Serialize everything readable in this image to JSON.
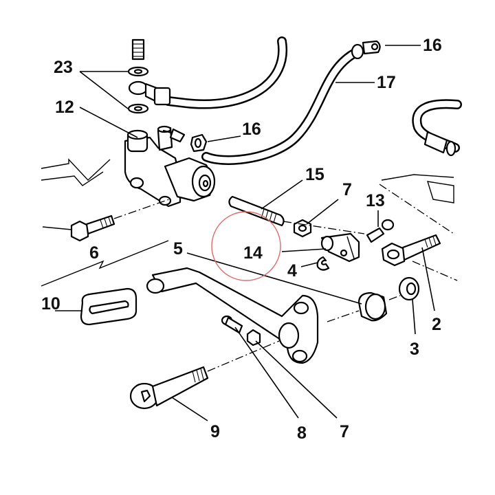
{
  "diagram": {
    "highlight_color": "#e06a6a",
    "line_color": "#000000",
    "labels": {
      "l23": "23",
      "l12": "12",
      "l16a": "16",
      "l16b": "16",
      "l17": "17",
      "l15": "15",
      "l7a": "7",
      "l13": "13",
      "l14": "14",
      "l4": "4",
      "l5": "5",
      "l6": "6",
      "l10": "10",
      "l2": "2",
      "l3": "3",
      "l9": "9",
      "l8": "8",
      "l7b": "7"
    }
  }
}
